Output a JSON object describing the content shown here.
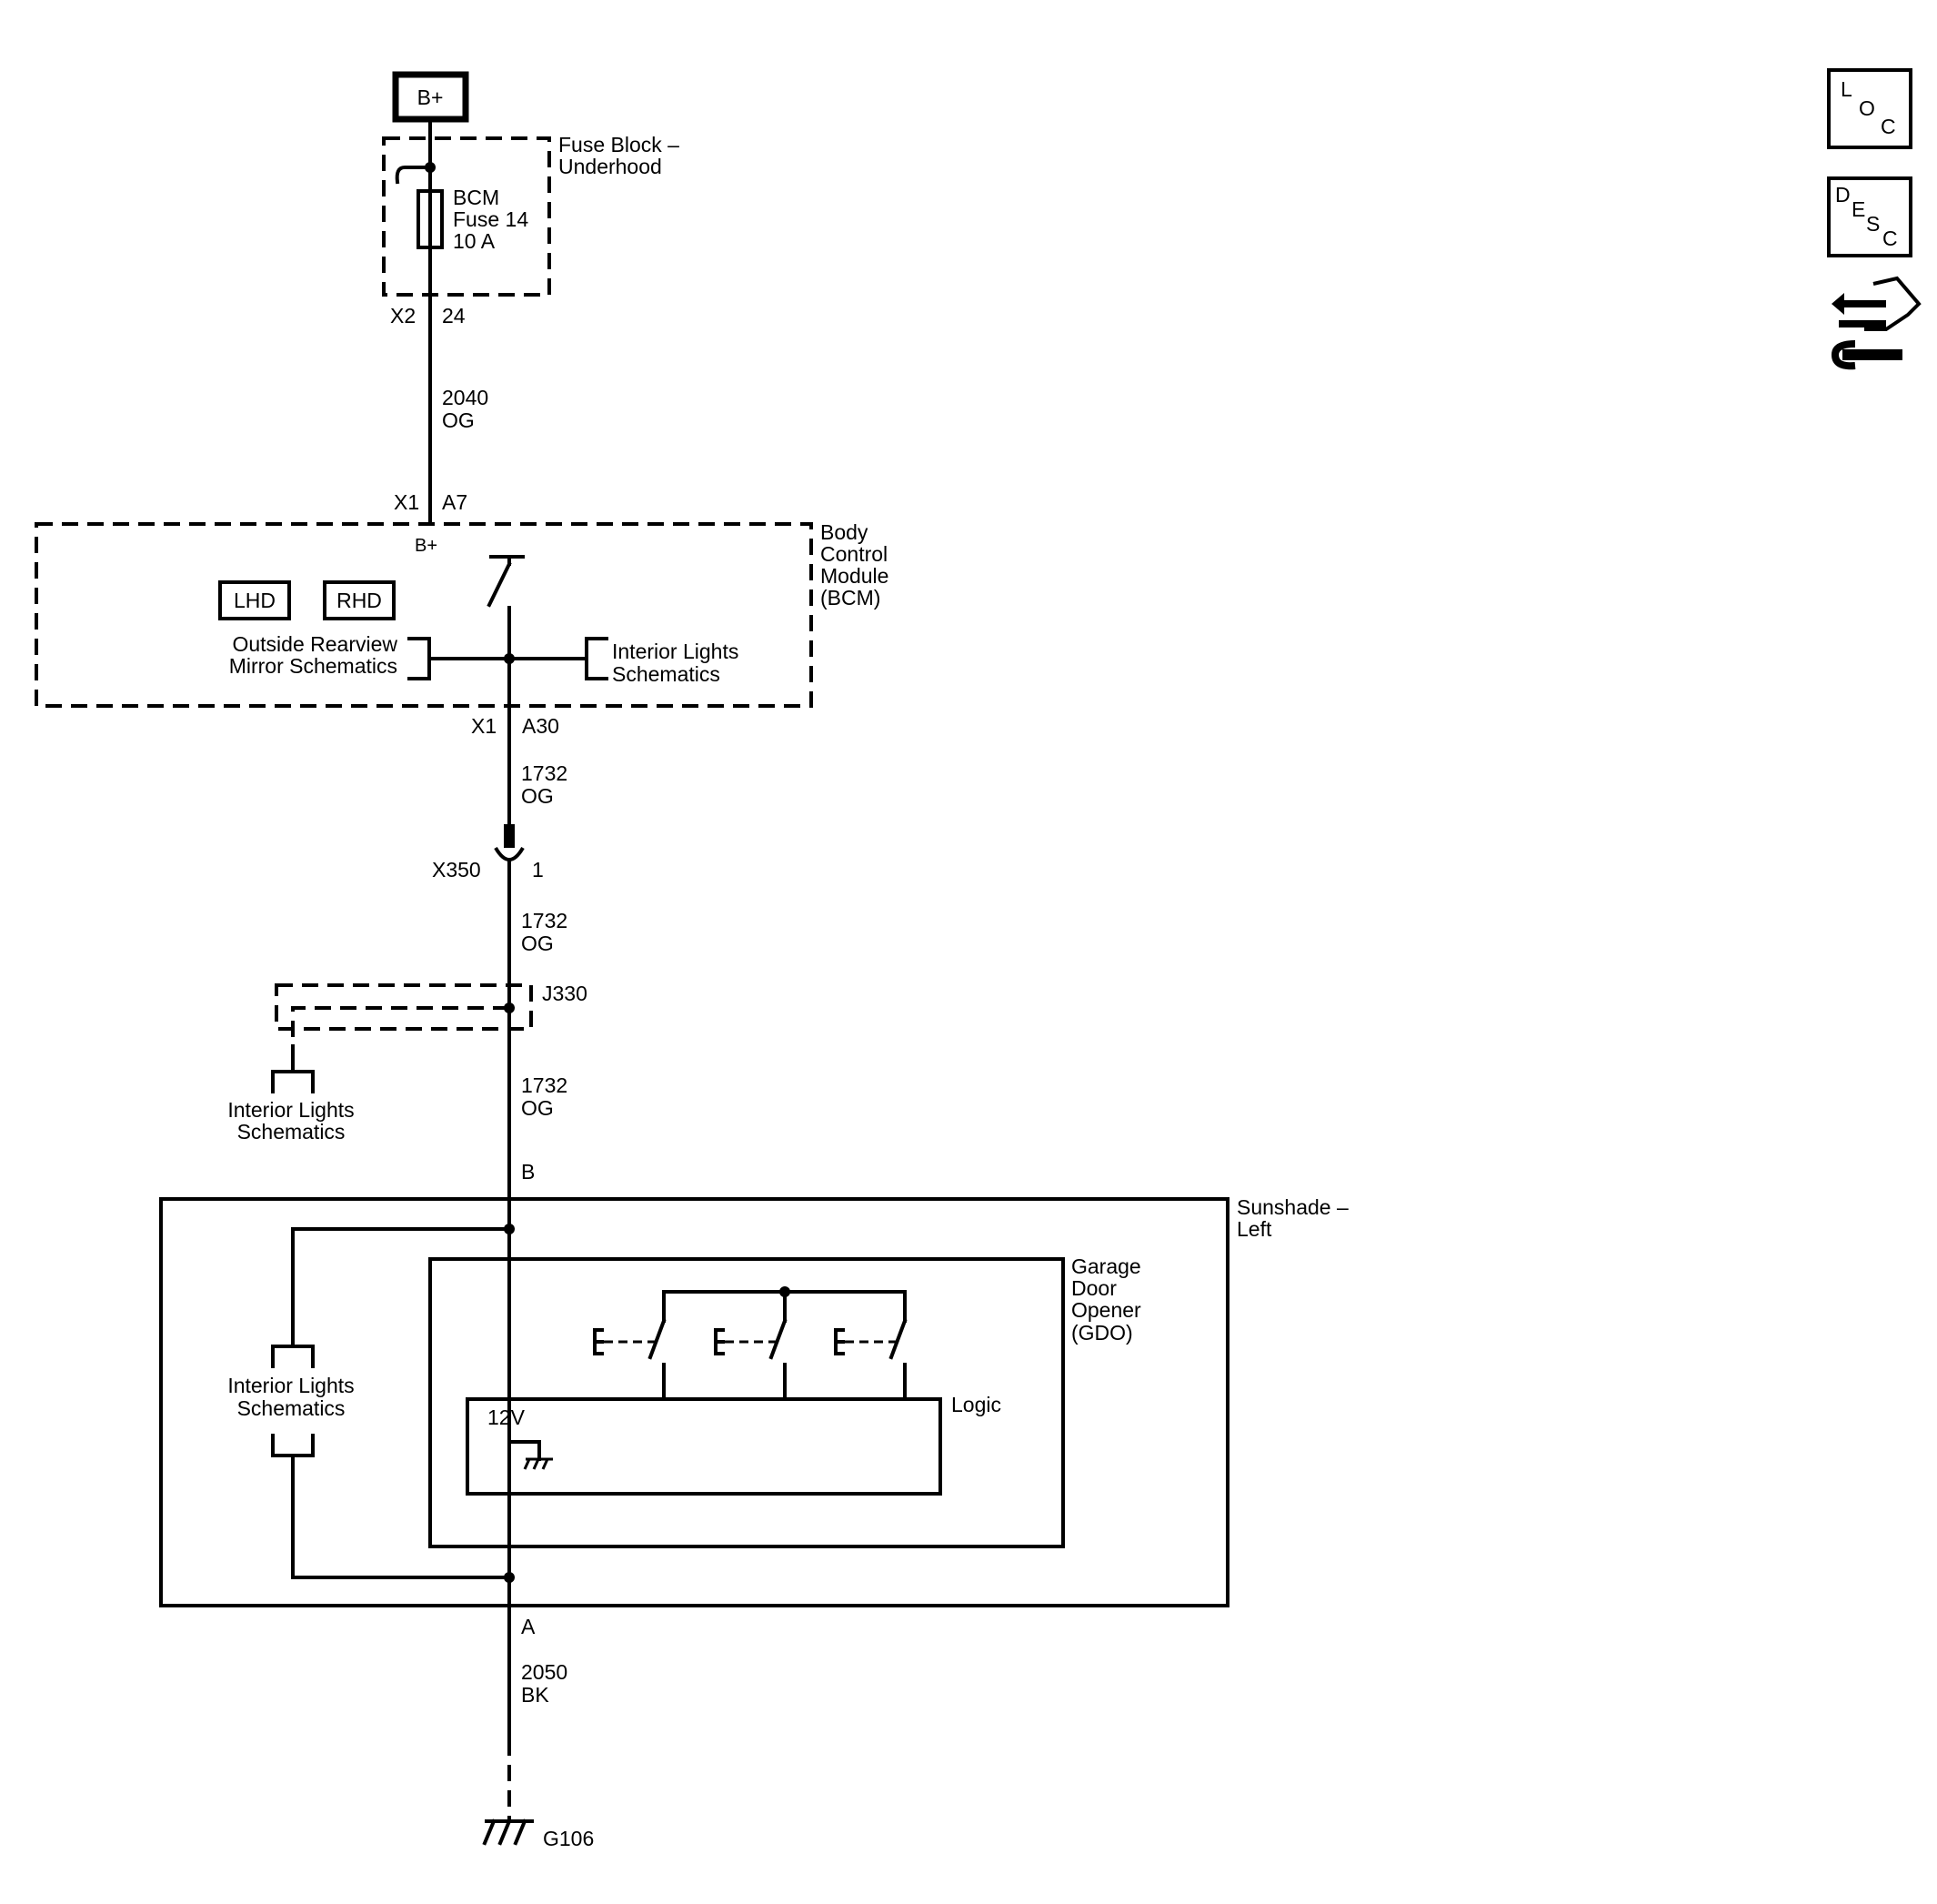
{
  "supply": {
    "label": "B+"
  },
  "fuse_block": {
    "title_line1": "Fuse Block –",
    "title_line2": "Underhood",
    "fuse_line1": "BCM",
    "fuse_line2": "Fuse 14",
    "fuse_line3": "10 A",
    "connector": "X2",
    "pin": "24"
  },
  "wire_2040": {
    "circuit": "2040",
    "color": "OG"
  },
  "bcm": {
    "connector_in": "X1",
    "pin_in": "A7",
    "internal_supply": "B+",
    "title_line1": "Body",
    "title_line2": "Control",
    "title_line3": "Module",
    "title_line4": "(BCM)",
    "option_lhd": "LHD",
    "option_rhd": "RHD",
    "left_ref_line1": "Outside Rearview",
    "left_ref_line2": "Mirror Schematics",
    "right_ref_line1": "Interior Lights",
    "right_ref_line2": "Schematics",
    "connector_out": "X1",
    "pin_out": "A30"
  },
  "wire_1732_a": {
    "circuit": "1732",
    "color": "OG"
  },
  "inline_connector": {
    "name": "X350",
    "pin": "1"
  },
  "wire_1732_b": {
    "circuit": "1732",
    "color": "OG"
  },
  "splice": {
    "name": "J330",
    "ref_line1": "Interior Lights",
    "ref_line2": "Schematics"
  },
  "wire_1732_c": {
    "circuit": "1732",
    "color": "OG"
  },
  "sunshade": {
    "pin_top": "B",
    "title_line1": "Sunshade –",
    "title_line2": "Left",
    "ref_line1": "Interior Lights",
    "ref_line2": "Schematics",
    "pin_bottom": "A"
  },
  "gdo": {
    "title_line1": "Garage",
    "title_line2": "Door",
    "title_line3": "Opener",
    "title_line4": "(GDO)",
    "logic_label": "Logic",
    "voltage_label": "12V"
  },
  "wire_2050": {
    "circuit": "2050",
    "color": "BK"
  },
  "ground": {
    "name": "G106"
  },
  "nav_icons": {
    "loc": {
      "l1": "L",
      "l2": "O",
      "l3": "C"
    },
    "desc": {
      "l1": "D",
      "l2": "E",
      "l3": "S",
      "l4": "C"
    },
    "tool_icon": "connector-tool-icon"
  }
}
